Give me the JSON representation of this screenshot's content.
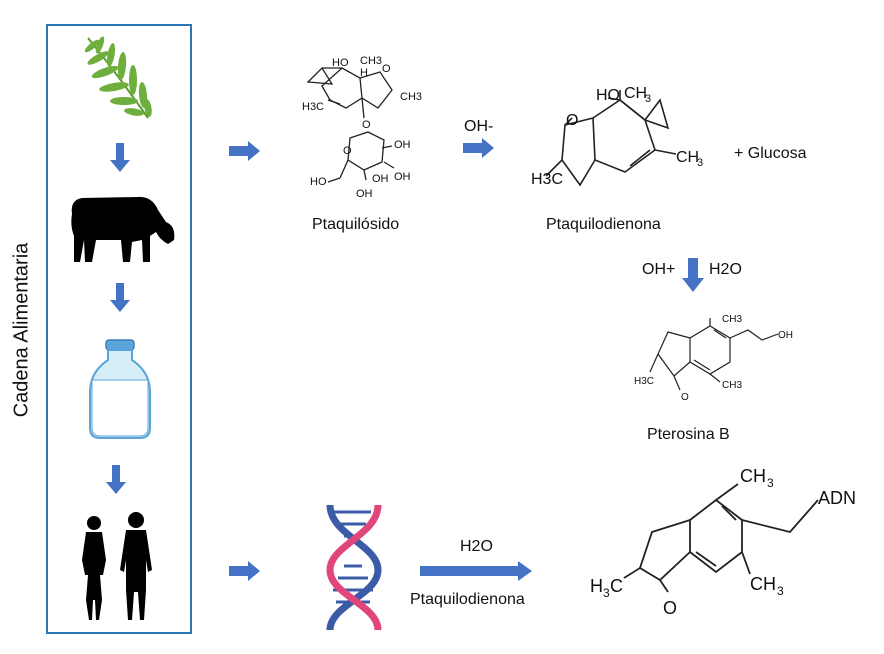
{
  "sidebar": {
    "title": "Cadena Alimentaria"
  },
  "compounds": {
    "ptaquilosido": {
      "name": "Ptaquilósido",
      "atoms": {
        "ho": "HO",
        "ch3_top": "CH3",
        "h": "H",
        "o_ketone": "O",
        "ch3_right": "CH3",
        "h3c": "H3C",
        "o_glyc": "O",
        "o_ring": "O",
        "oh1": "OH",
        "oh2": "OH",
        "oh3": "OH",
        "ho_ch2": "HO",
        "oh4": "OH"
      }
    },
    "ptaquilodienona": {
      "name": "Ptaquilodienona",
      "atoms": {
        "ho": "HO",
        "o": "O",
        "h3c": "H3C"
      }
    },
    "pterosina_b": {
      "name": "Pterosina B",
      "atoms": {
        "ch3_top": "CH3",
        "oh": "OH",
        "h3c": "H3C",
        "ch3_bottom": "CH3",
        "o": "O"
      }
    },
    "aducto": {
      "atoms": {
        "ch3_top": "CH3",
        "adn": "ADN",
        "h3c": "H3C",
        "ch3_bottom": "CH3",
        "o": "O"
      }
    }
  },
  "reactions": {
    "step1_reagent": "OH-",
    "step1_byproduct": "+  Glucosa",
    "step2_reagent_left": "OH+",
    "step2_reagent_right": "H2O",
    "step3_reagent": "H2O",
    "step3_agent": "Ptaquilodienona"
  },
  "icons": [
    "fern-icon",
    "cow-icon",
    "milk-bottle-icon",
    "humans-icon",
    "dna-icon",
    "arrow-icon"
  ],
  "colors": {
    "arrow": "#4472C4",
    "border": "#2E75B6",
    "dna_pink": "#E0457B",
    "dna_blue": "#3B5BA9",
    "fern": "#6DAE3C",
    "milk_cap": "#5BA4D9"
  }
}
